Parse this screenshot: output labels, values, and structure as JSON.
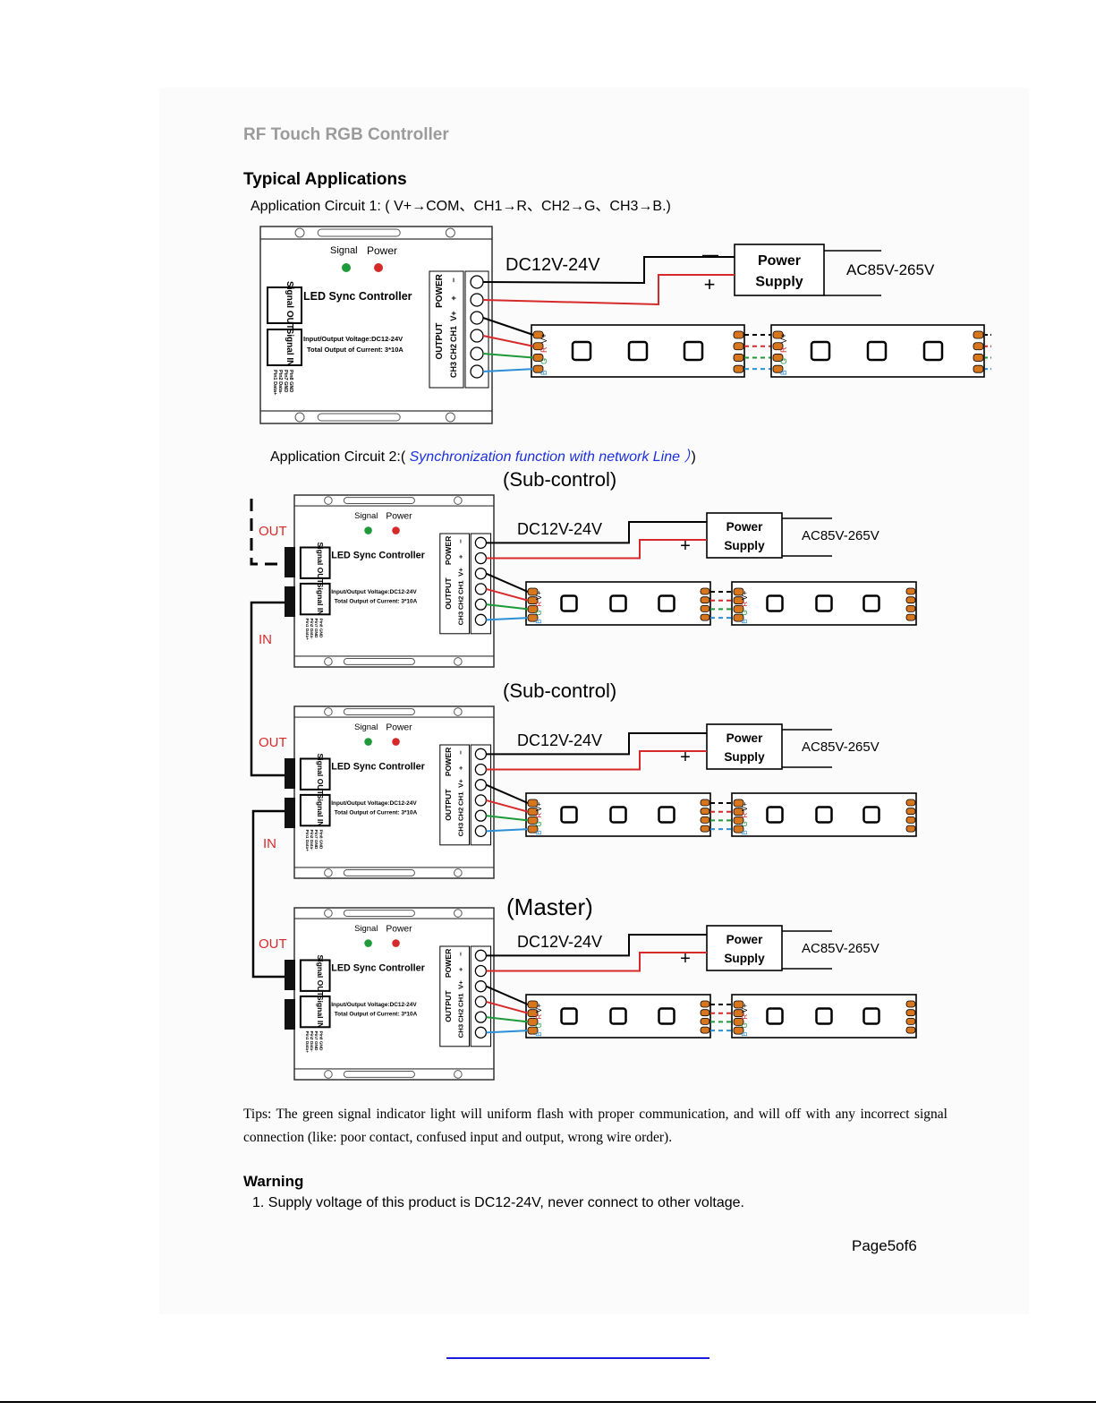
{
  "header": {
    "title": "RF Touch RGB Controller"
  },
  "section": {
    "title": "Typical Applications"
  },
  "app1": {
    "label": "Application Circuit 1: ( V+→COM、CH1→R、CH2→G、CH3→B.)"
  },
  "app2": {
    "label_prefix": "Application Circuit 2:(",
    "label_link": "Synchronization function with network Line ）",
    "label_suffix": ")"
  },
  "controller": {
    "signal_label": "Signal",
    "power_label": "Power",
    "name": "LED Sync Controller",
    "signal_out": "Signal OUT",
    "signal_in": "Signal IN",
    "spec_voltage": "Input/Output Voltage:DC12-24V",
    "spec_current": "Total Output of Current: 3*10A",
    "power_block": "POWER",
    "output_block": "OUTPUT",
    "minus": "−",
    "plus": "+",
    "v_plus": "V+",
    "ch1": "CH1",
    "ch2": "CH2",
    "ch3": "CH3",
    "pins": [
      "Pin1 Data+",
      "Pin2 Data-",
      "Pin7 GND",
      "Pin8 GND"
    ]
  },
  "wiring": {
    "dc_label": "DC12V-24V",
    "ac_label": "AC85V-265V",
    "power_supply_line1": "Power",
    "power_supply_line2": "Supply",
    "strip_labels": [
      "V+",
      "R",
      "G",
      "B"
    ]
  },
  "network": {
    "sub_control": "(Sub-control)",
    "master": "(Master)",
    "out": "OUT",
    "in": "IN"
  },
  "colors": {
    "red": "#d62a2a",
    "green": "#1e9a3a",
    "blue": "#2a8fd6",
    "amber": "#d6761e",
    "link": "#1a2fe0"
  },
  "tips": {
    "text": "Tips:   The green signal indicator light will uniform flash with proper communication, and will off with any incorrect signal connection (like: poor contact, confused input and output, wrong wire order)."
  },
  "warning": {
    "title": "Warning",
    "item1": "1. Supply voltage of this product is DC12-24V, never connect to other voltage."
  },
  "footer": {
    "page": "Page5of6"
  }
}
